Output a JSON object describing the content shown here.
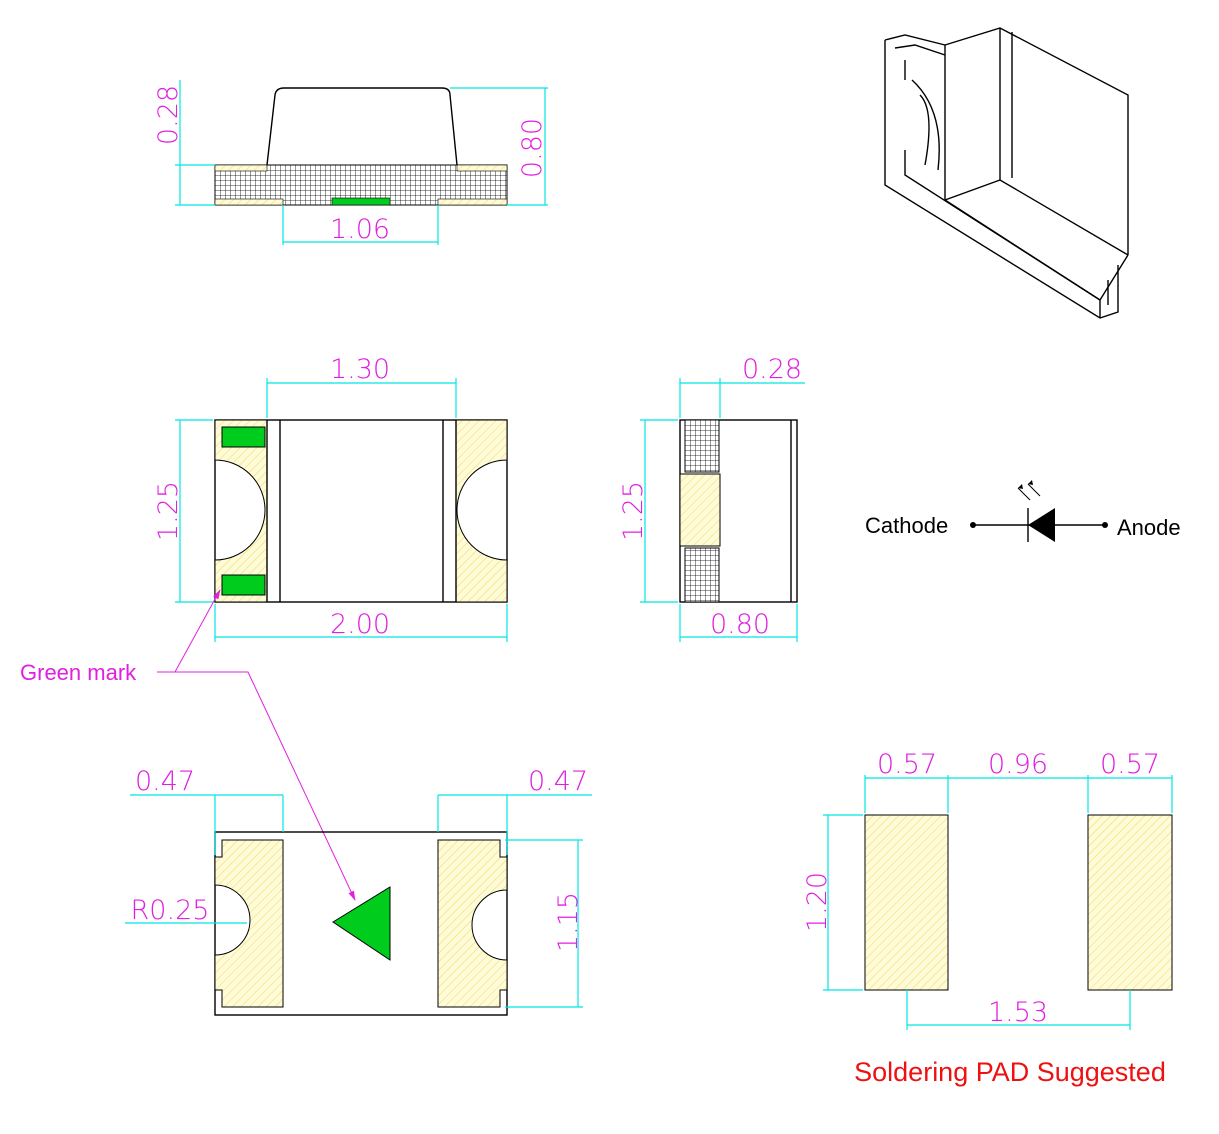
{
  "colors": {
    "dimension": "#e020e0",
    "dim_line": "#00e5e5",
    "green": "#00cc1e",
    "pad": "#fffbd0",
    "hatch": "#e6d84a",
    "red": "#ee1111"
  },
  "side_view": {
    "height_base": "0.28",
    "height_total": "0.80",
    "pad_gap": "1.06"
  },
  "top_view": {
    "lens_width": "1.30",
    "width": "1.25",
    "length": "2.00"
  },
  "end_view": {
    "pad_width": "0.28",
    "height": "1.25",
    "depth": "0.80"
  },
  "bottom_view": {
    "pad_left": "0.47",
    "pad_right": "0.47",
    "pad_height": "1.15",
    "radius": "R0.25"
  },
  "callout": {
    "green_mark": "Green mark"
  },
  "symbol": {
    "cathode": "Cathode",
    "anode": "Anode"
  },
  "solder_pad": {
    "pad_left": "0.57",
    "gap": "0.96",
    "pad_right": "0.57",
    "height": "1.20",
    "pitch": "1.53",
    "title": "Soldering PAD Suggested"
  }
}
